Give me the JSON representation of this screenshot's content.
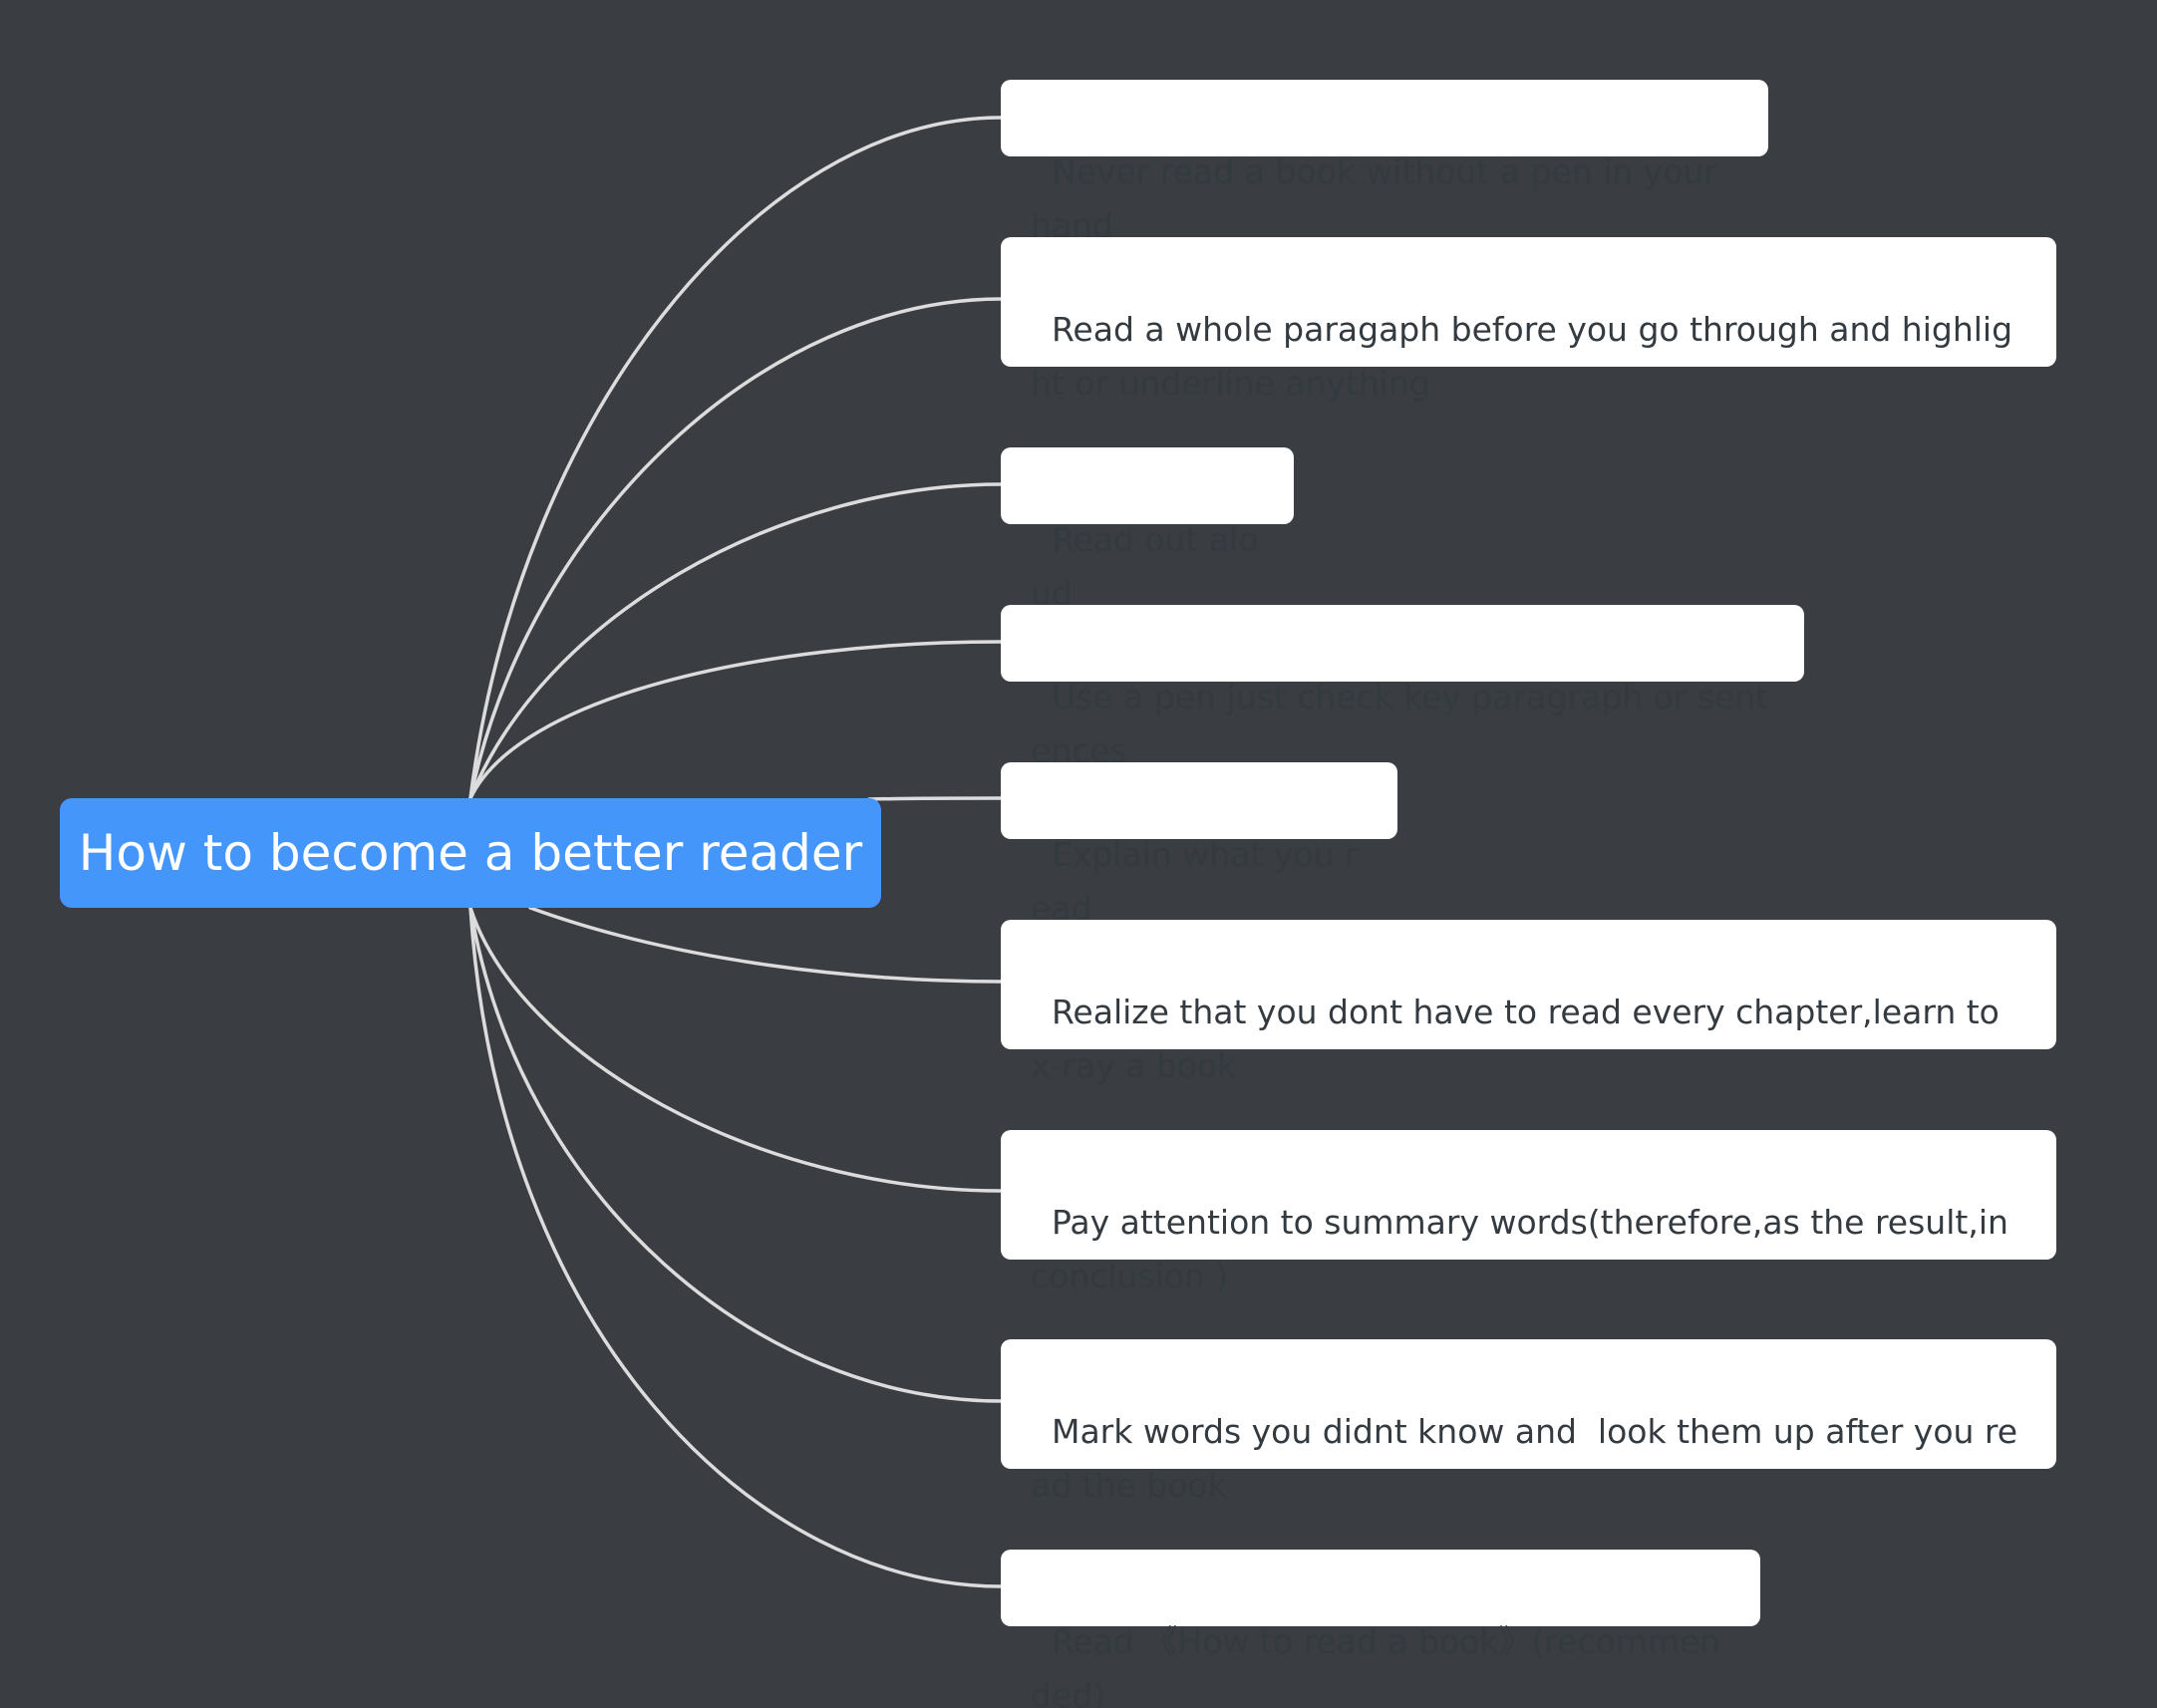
{
  "mindmap": {
    "central_topic": "How to become a better reader",
    "colors": {
      "background": "#3a3d42",
      "central_fill": "#4596fb",
      "branch_fill": "#ffffff",
      "connector": "#dcdcdc"
    },
    "branches": [
      {
        "label": "Never read a book without a pen in your  hand"
      },
      {
        "label": "Read a whole paragaph before you go through and highlight or underline anything"
      },
      {
        "label": "Read out aloud"
      },
      {
        "label": "Use a pen just check key paragraph or sentences"
      },
      {
        "label": "Explain what you read"
      },
      {
        "label": "Realize that you dont have to read every chapter,learn to x-ray a book"
      },
      {
        "label": "Pay attention to summary words(therefore,as the result,in conclusion )"
      },
      {
        "label": "Mark words you didnt know and  look them up after you read the book"
      },
      {
        "label": "Read 《How to read a book》(recommended)"
      }
    ]
  }
}
